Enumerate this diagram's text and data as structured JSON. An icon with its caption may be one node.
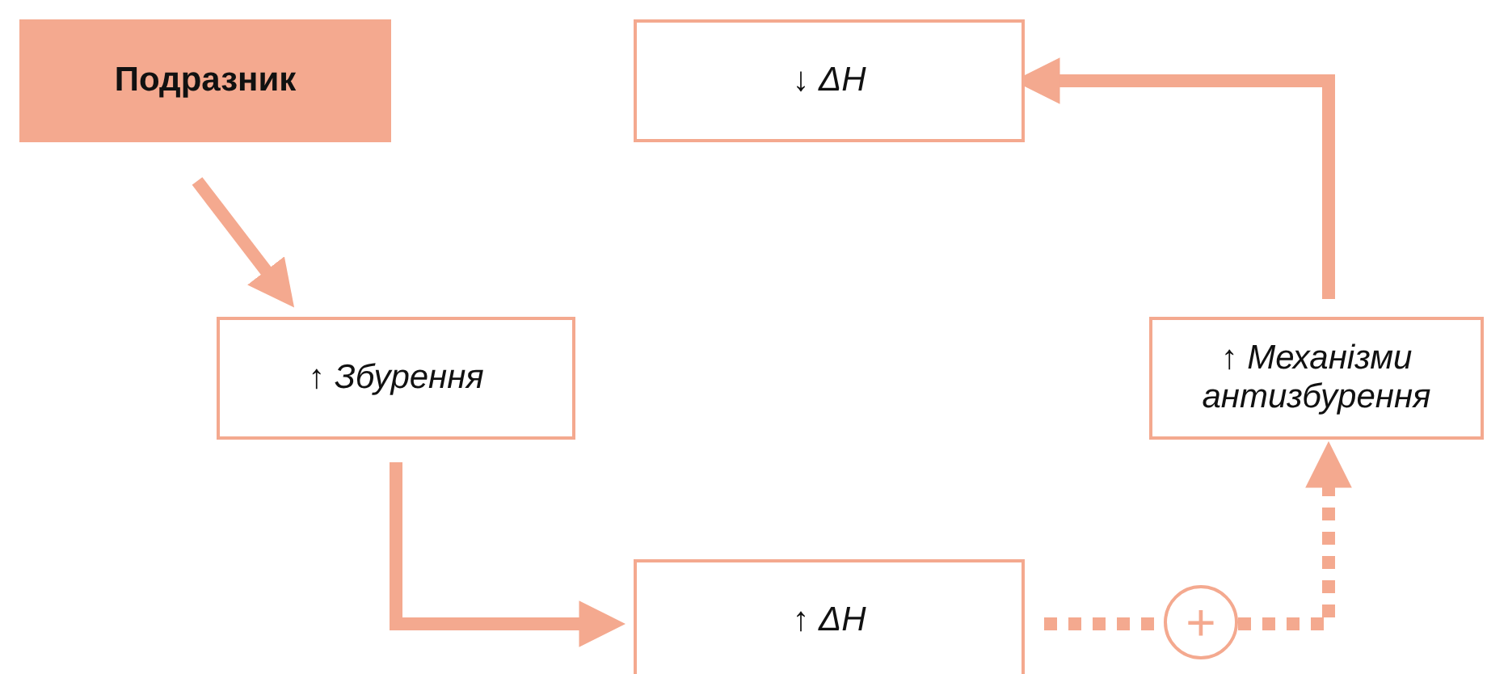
{
  "diagram": {
    "nodes": [
      {
        "text": [
          "Подразник"
        ]
      },
      {
        "text": [
          "↓ *ΔH*"
        ]
      },
      {
        "text": [
          "↑ *Збурення*"
        ]
      },
      {
        "text": [
          "↑ *Механізми антизбурення*"
        ]
      },
      {
        "text": [
          "↑ *ΔH*"
        ]
      },
      {
        "text": [
          "+"
        ]
      }
    ],
    "edges": [
      {
        "from": 0,
        "to": 2,
        "arrow": "to"
      },
      {
        "from": 2,
        "to": 4,
        "arrow": "to"
      },
      {
        "from": 4,
        "to": 5,
        "arrow": "none",
        "style": "dashed"
      },
      {
        "from": 5,
        "to": 3,
        "arrow": "to",
        "style": "dashed"
      },
      {
        "from": 3,
        "to": 1,
        "arrow": "to"
      }
    ]
  }
}
